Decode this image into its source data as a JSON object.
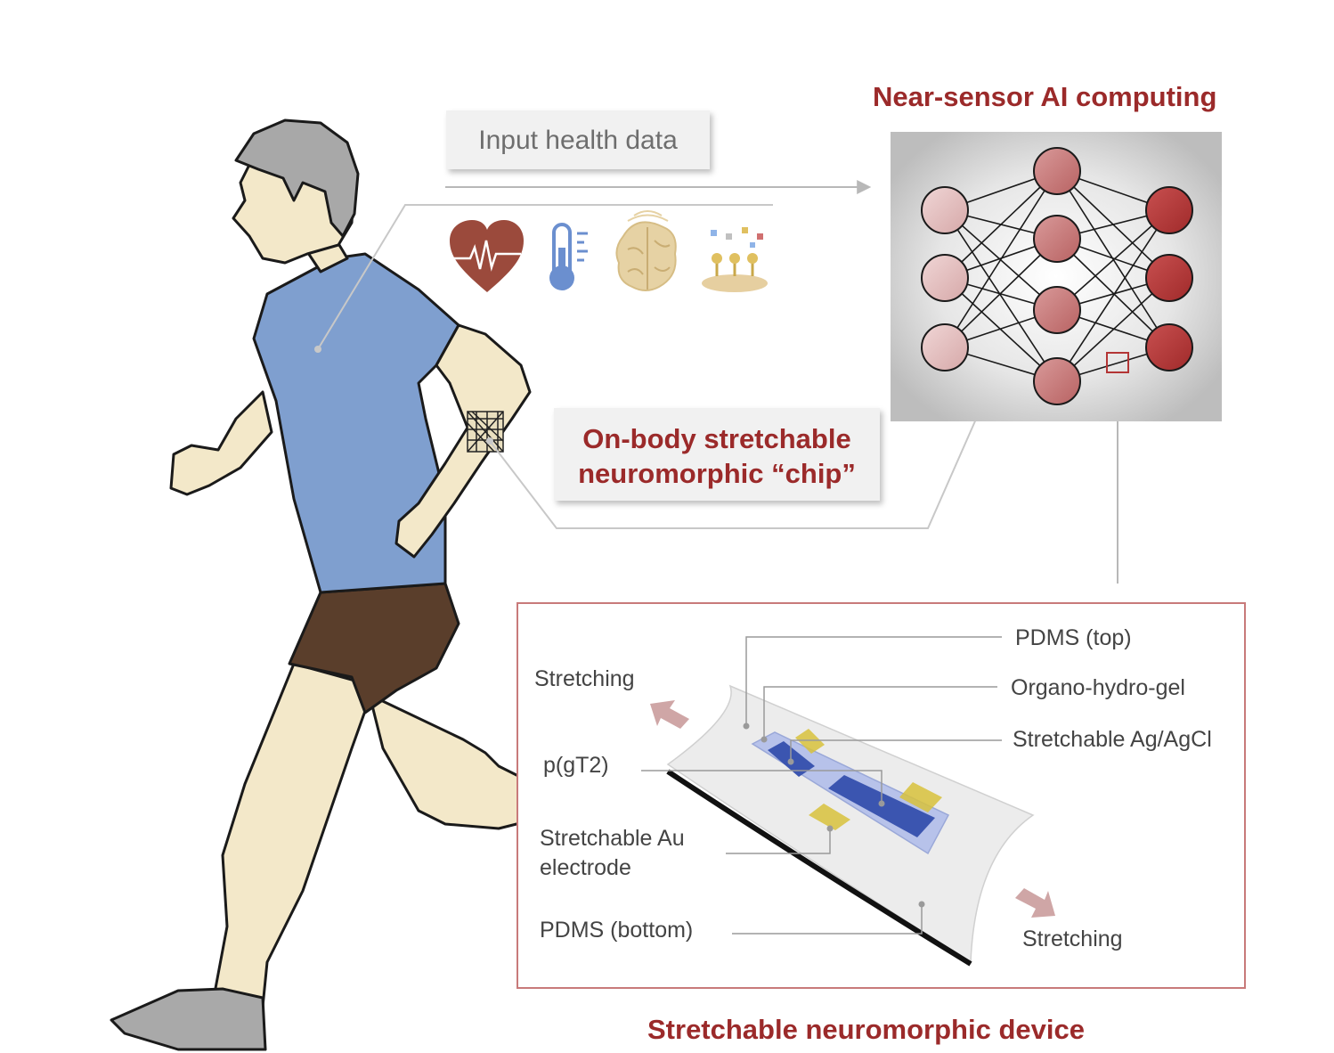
{
  "labels": {
    "input_health_data": "Input health data",
    "near_sensor_title": "Near-sensor AI computing",
    "onbody_line1": "On-body stretchable",
    "onbody_line2": "neuromorphic “chip”",
    "device_title": "Stretchable neuromorphic device",
    "pdms_top": "PDMS (top)",
    "organo_gel": "Organo-hydro-gel",
    "ag_agcl": "Stretchable Ag/AgCl",
    "stretching_left": "Stretching",
    "stretching_right": "Stretching",
    "pgt2": "p(gT2)",
    "au_line1": "Stretchable Au",
    "au_line2": "electrode",
    "pdms_bottom": "PDMS (bottom)"
  },
  "icons": [
    "heart-ecg-icon",
    "thermometer-icon",
    "brain-icon",
    "biosensor-icon"
  ],
  "network": {
    "layers": [
      3,
      4,
      3
    ]
  },
  "colors": {
    "title_red": "#9b2a2a",
    "shirt": "#7f9fcf",
    "skin": "#f3e8c9",
    "shorts": "#5a3e2b",
    "hair": "#a8a8a8",
    "heart": "#9b4a3c",
    "thermometer": "#6b8fcf",
    "brain": "#e6d2a4",
    "node_light": "#e8c4c4",
    "node_mid": "#c87070",
    "node_dark": "#b33535",
    "device_frame": "#c87a7a",
    "gel": "#a9b6e0",
    "channel": "#3b55b0",
    "electrode": "#d8c23c"
  }
}
